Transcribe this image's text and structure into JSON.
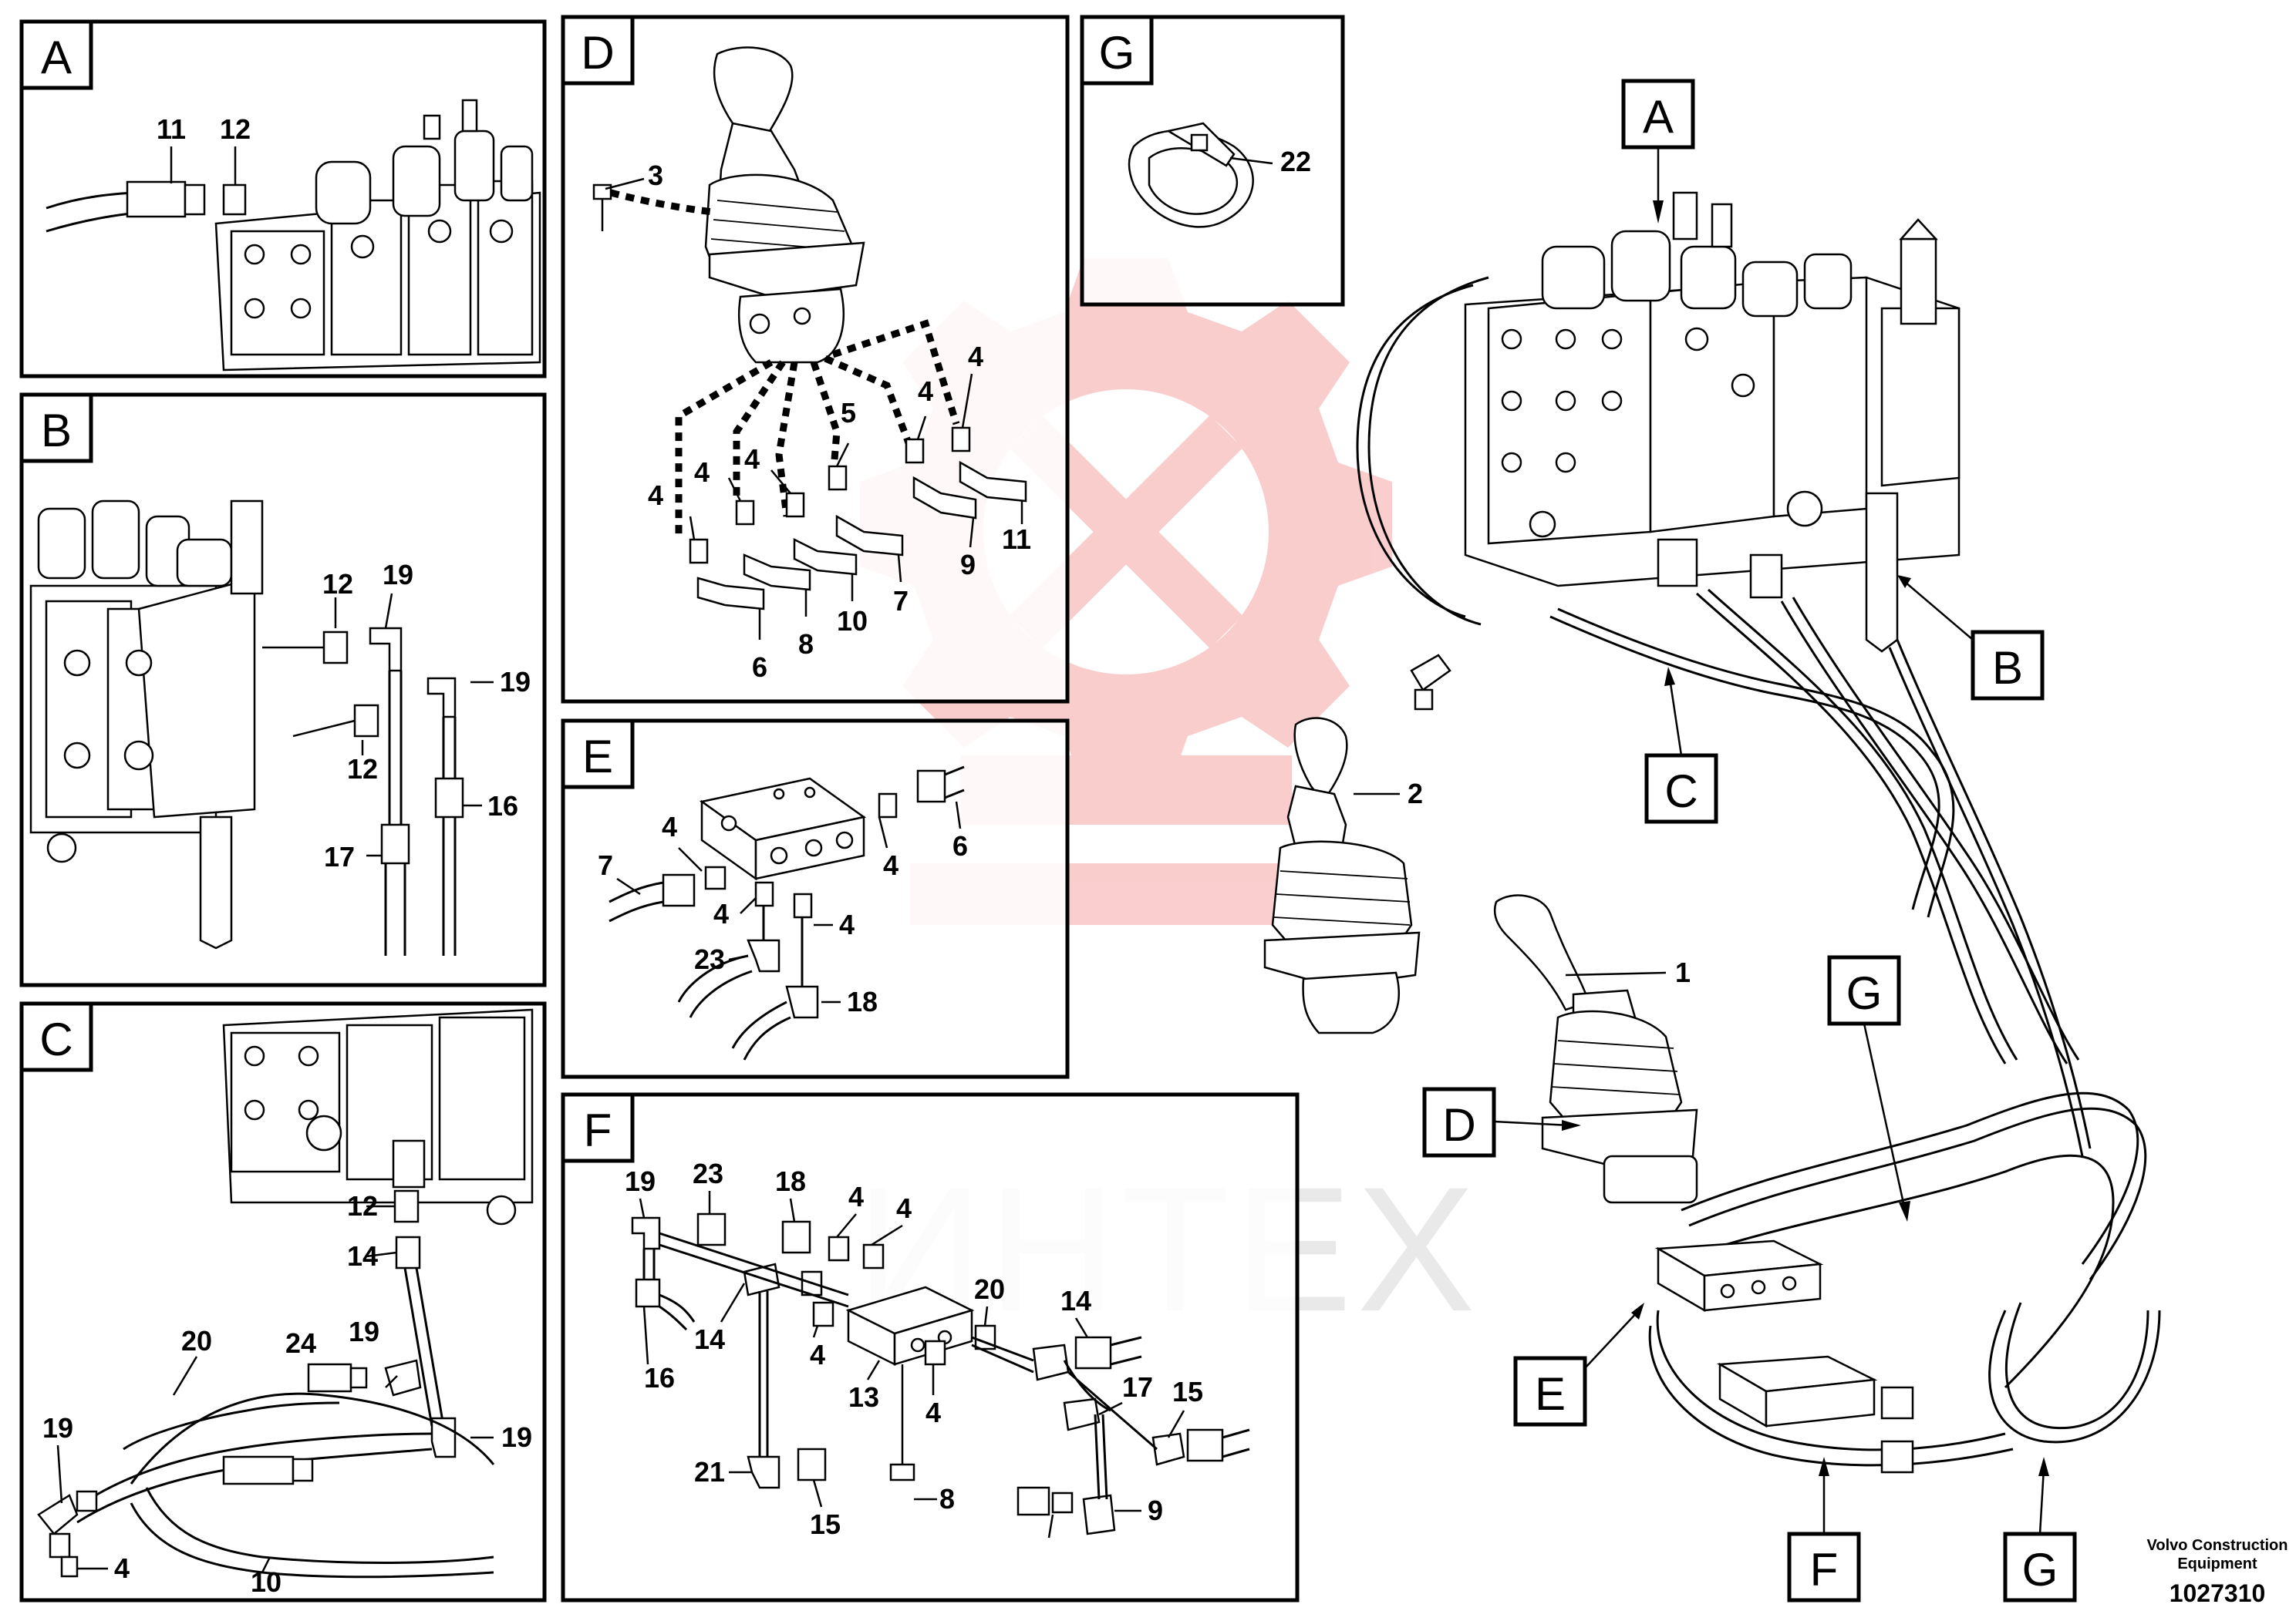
{
  "watermark": {
    "text": "ИНТЕХ",
    "color": "#f4a0a0"
  },
  "sections": {
    "A": {
      "label": "A",
      "parts": [
        "11",
        "12"
      ]
    },
    "B": {
      "label": "B",
      "parts": [
        "12",
        "19",
        "19",
        "12",
        "16",
        "17"
      ]
    },
    "C": {
      "label": "C",
      "parts": [
        "12",
        "14",
        "20",
        "24",
        "19",
        "19",
        "19",
        "4",
        "10"
      ]
    },
    "D": {
      "label": "D",
      "parts": [
        "3",
        "4",
        "4",
        "5",
        "4",
        "4",
        "4",
        "11",
        "9",
        "7",
        "10",
        "8",
        "6"
      ]
    },
    "E": {
      "label": "E",
      "parts": [
        "4",
        "6",
        "7",
        "4",
        "4",
        "4",
        "23",
        "18"
      ]
    },
    "F": {
      "label": "F",
      "parts": [
        "19",
        "23",
        "18",
        "4",
        "4",
        "16",
        "14",
        "4",
        "13",
        "4",
        "20",
        "14",
        "17",
        "15",
        "21",
        "8",
        "15",
        "9"
      ]
    },
    "G": {
      "label": "G",
      "parts": [
        "22"
      ]
    }
  },
  "main": {
    "callouts": [
      "A",
      "B",
      "C",
      "D",
      "E",
      "F",
      "G",
      "G"
    ],
    "parts": [
      "2",
      "1"
    ]
  },
  "footer": {
    "company": "Volvo Construction",
    "company2": "Equipment",
    "drawing_number": "1027310"
  },
  "icons": [
    "control-valve-icon",
    "joystick-icon",
    "hose-icon",
    "fitting-icon",
    "clamp-icon"
  ]
}
